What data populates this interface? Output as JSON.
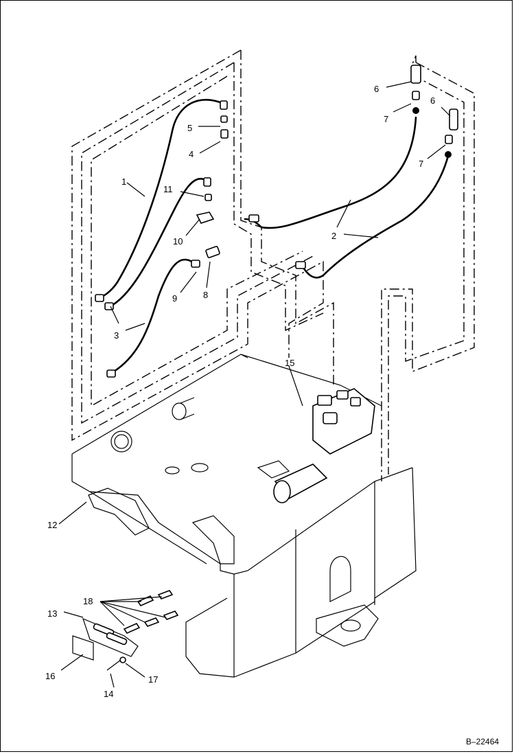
{
  "diagram": {
    "callouts": [
      {
        "id": "c1",
        "text": "1"
      },
      {
        "id": "c2",
        "text": "2"
      },
      {
        "id": "c3",
        "text": "3"
      },
      {
        "id": "c4",
        "text": "4"
      },
      {
        "id": "c5",
        "text": "5"
      },
      {
        "id": "c6a",
        "text": "6"
      },
      {
        "id": "c6b",
        "text": "6"
      },
      {
        "id": "c7a",
        "text": "7"
      },
      {
        "id": "c7b",
        "text": "7"
      },
      {
        "id": "c8",
        "text": "8"
      },
      {
        "id": "c9",
        "text": "9"
      },
      {
        "id": "c10",
        "text": "10"
      },
      {
        "id": "c11",
        "text": "11"
      },
      {
        "id": "c12",
        "text": "12"
      },
      {
        "id": "c13",
        "text": "13"
      },
      {
        "id": "c14",
        "text": "14"
      },
      {
        "id": "c15",
        "text": "15"
      },
      {
        "id": "c16",
        "text": "16"
      },
      {
        "id": "c17",
        "text": "17"
      },
      {
        "id": "c18",
        "text": "18"
      }
    ],
    "figure_code": "B–22464"
  }
}
